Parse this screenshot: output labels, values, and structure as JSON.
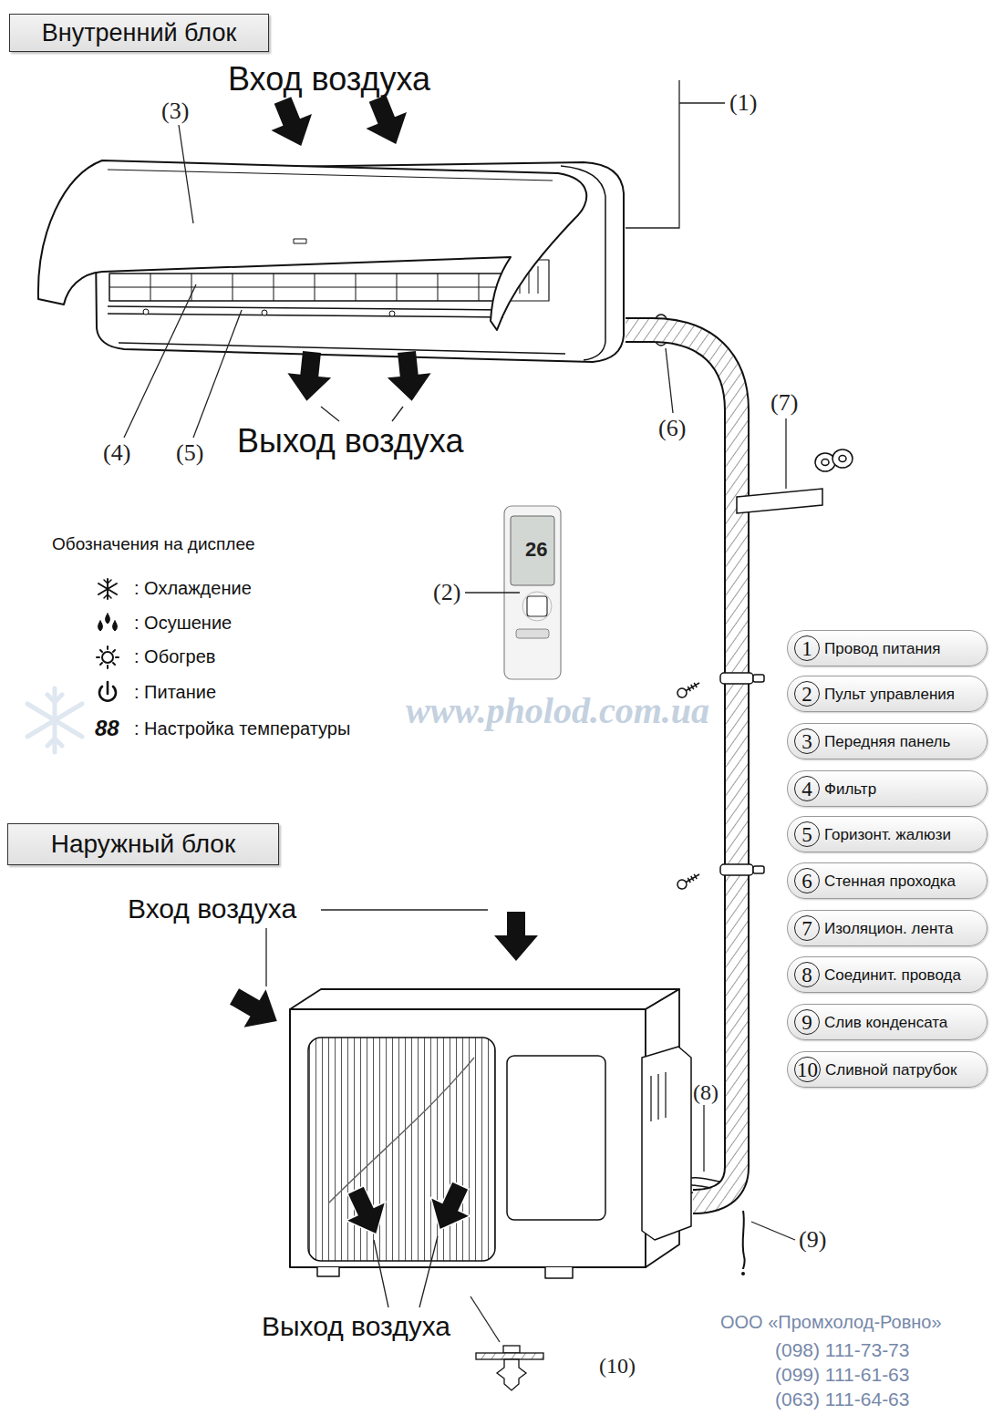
{
  "diagram": {
    "nodes": [
      {
        "text": [
          "Внутренний блок"
        ]
      },
      {
        "text": [
          "Наружный блок"
        ]
      },
      {
        "text": [
          "1",
          "Провод питания"
        ]
      },
      {
        "text": [
          "2",
          "Пульт управления"
        ]
      },
      {
        "text": [
          "3",
          "Передняя панель"
        ]
      },
      {
        "text": [
          "4",
          "Фильтр"
        ]
      },
      {
        "text": [
          "5",
          "Горизонт. жалюзи"
        ]
      },
      {
        "text": [
          "6",
          "Стенная проходка"
        ]
      },
      {
        "text": [
          "7",
          "Изоляцион. лента"
        ]
      },
      {
        "text": [
          "8",
          "Соединит. провода"
        ]
      },
      {
        "text": [
          "9",
          "Слив конденсата"
        ]
      },
      {
        "text": [
          "10",
          "Сливной патрубок"
        ]
      }
    ],
    "labels": [
      "Вход воздуха",
      "Выход воздуха",
      "(1)",
      "(3)",
      "(4)",
      "(5)",
      "(6)",
      "(7)",
      "(2)",
      "26",
      "Обозначения на дисплее",
      "88",
      "www.pholod.com.ua",
      "Вход воздуха",
      "(8)",
      "(9)",
      "Выход воздуха",
      "(10)",
      "ООО «Промхолод-Ровно»",
      "(098) 111-73-73",
      "(099) 111-61-63",
      "(063) 111-64-63"
    ],
    "legend": [
      {
        "text": ": Охлаждение"
      },
      {
        "text": ": Осушение"
      },
      {
        "text": ": Обогрев"
      },
      {
        "text": ": Питание"
      },
      {
        "text": ": Настройка температуры"
      }
    ]
  }
}
